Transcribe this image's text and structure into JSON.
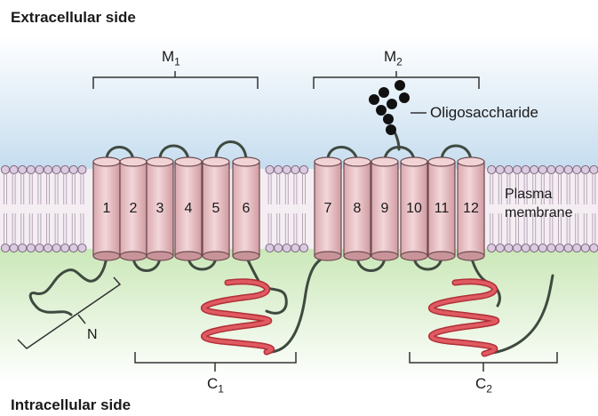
{
  "labels": {
    "extracellular": "Extracellular side",
    "intracellular": "Intracellular side",
    "oligosaccharide": "Oligosaccharide",
    "plasma": "Plasma",
    "membrane": "membrane",
    "n_terminus": "N"
  },
  "groups": {
    "m1": {
      "main": "M",
      "sub": "1"
    },
    "m2": {
      "main": "M",
      "sub": "2"
    },
    "c1": {
      "main": "C",
      "sub": "1"
    },
    "c2": {
      "main": "C",
      "sub": "2"
    }
  },
  "segments": [
    "1",
    "2",
    "3",
    "4",
    "5",
    "6",
    "7",
    "8",
    "9",
    "10",
    "11",
    "12"
  ],
  "colors": {
    "helix": "#e9c3c7",
    "helix_stroke": "#6d4a4f",
    "loop": "#3f4a3f",
    "coil": "#d9424b",
    "sugar": "#111111",
    "extracellular_bg": "#cfe3f2",
    "intracellular_bg": "#d4ecc4"
  }
}
